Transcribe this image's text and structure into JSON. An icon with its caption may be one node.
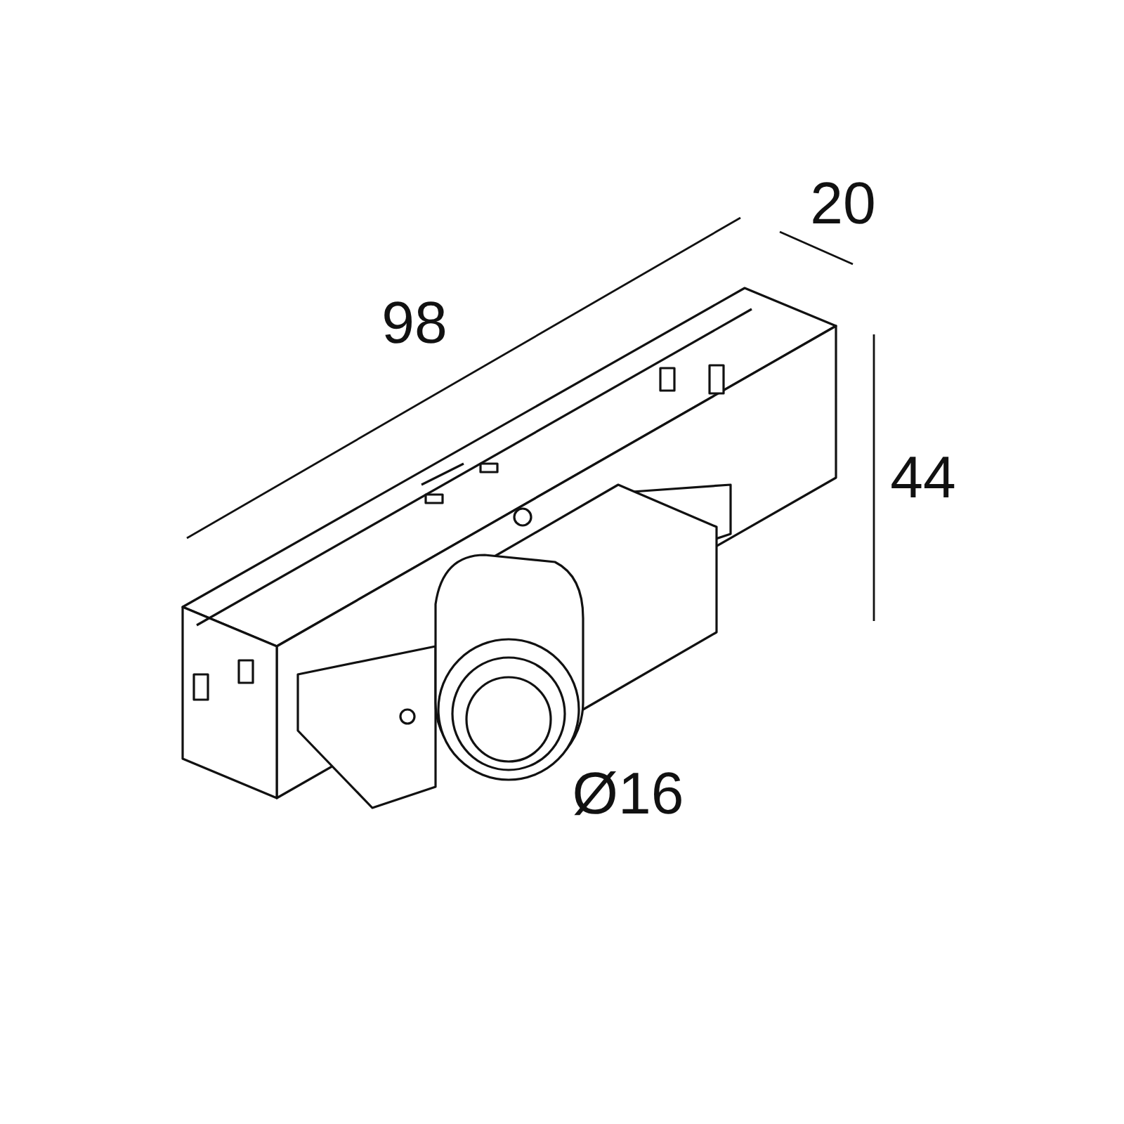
{
  "diagram": {
    "labels": [
      "20",
      "98",
      "44",
      "Ø16"
    ]
  }
}
